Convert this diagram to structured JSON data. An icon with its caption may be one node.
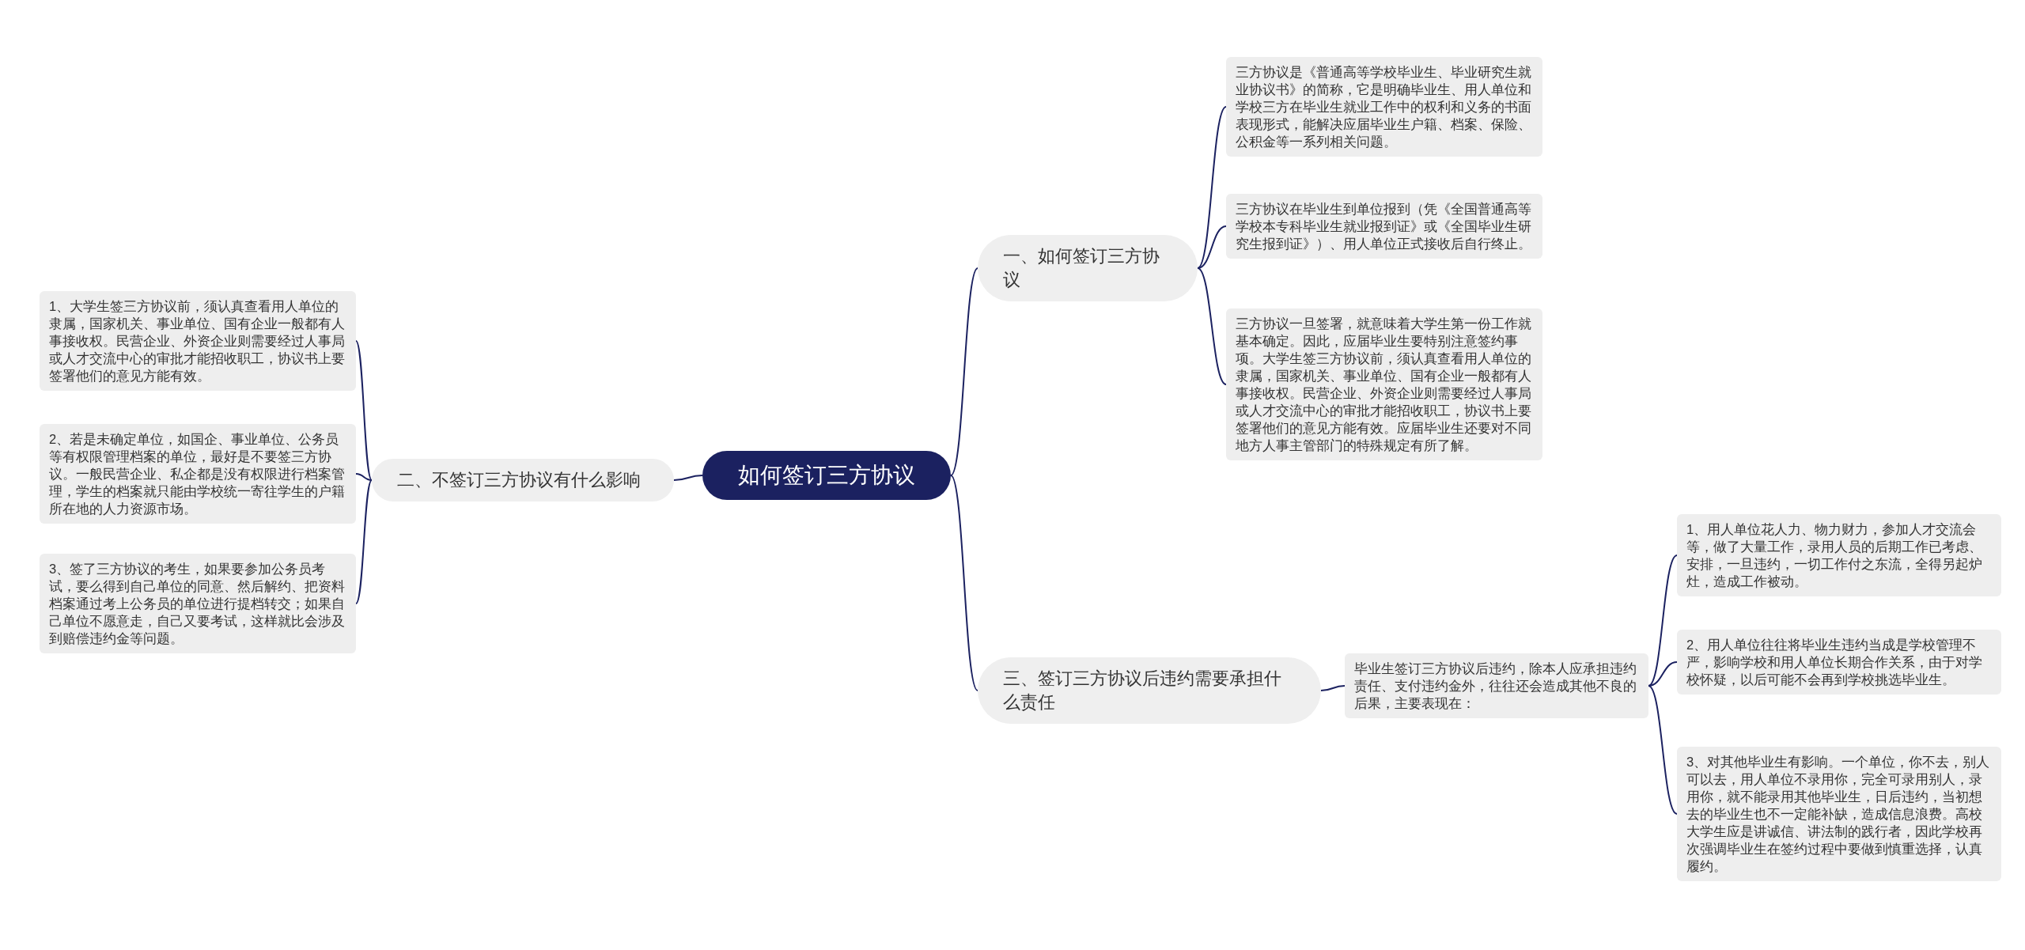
{
  "diagram": {
    "nodes": [
      {
        "text": [
          "如何签订三方协议"
        ]
      },
      {
        "text": [
          "一、如何签订三方协议"
        ]
      },
      {
        "text": [
          "三方协议是《普通高等学校毕业生、毕业研究生就业协议书》的简称，它是明确毕业生、用人单位和学校三方在毕业生就业工作中的权利和义务的书面表现形式，能解决应届毕业生户籍、档案、保险、公积金等一系列相关问题。"
        ]
      },
      {
        "text": [
          "三方协议在毕业生到单位报到（凭《全国普通高等学校本专科毕业生就业报到证》或《全国毕业生研究生报到证》）、用人单位正式接收后自行终止。"
        ]
      },
      {
        "text": [
          "三方协议一旦签署，就意味着大学生第一份工作就基本确定。因此，应届毕业生要特别注意签约事项。大学生签三方协议前，须认真查看用人单位的隶属，国家机关、事业单位、国有企业一般都有人事接收权。民营企业、外资企业则需要经过人事局或人才交流中心的审批才能招收职工，协议书上要签署他们的意见方能有效。应届毕业生还要对不同地方人事主管部门的特殊规定有所了解。"
        ]
      },
      {
        "text": [
          "二、不签订三方协议有什么影响"
        ]
      },
      {
        "text": [
          "1、大学生签三方协议前，须认真查看用人单位的隶属，国家机关、事业单位、国有企业一般都有人事接收权。民营企业、外资企业则需要经过人事局或人才交流中心的审批才能招收职工，协议书上要签署他们的意见方能有效。"
        ]
      },
      {
        "text": [
          "2、若是未确定单位，如国企、事业单位、公务员等有权限管理档案的单位，最好是不要签三方协议。一般民营企业、私企都是没有权限进行档案管理，学生的档案就只能由学校统一寄往学生的户籍所在地的人力资源市场。"
        ]
      },
      {
        "text": [
          "3、签了三方协议的考生，如果要参加公务员考试，要么得到自己单位的同意、然后解约、把资料档案通过考上公务员的单位进行提档转交；如果自己单位不愿意走，自己又要考试，这样就比会涉及到赔偿违约金等问题。"
        ]
      },
      {
        "text": [
          "三、签订三方协议后违约需要承担什么责任"
        ]
      },
      {
        "text": [
          "毕业生签订三方协议后违约，除本人应承担违约责任、支付违约金外，往往还会造成其他不良的后果，主要表现在："
        ]
      },
      {
        "text": [
          "1、用人单位花人力、物力财力，参加人才交流会等，做了大量工作，录用人员的后期工作已考虑、安排，一旦违约，一切工作付之东流，全得另起炉灶，造成工作被动。"
        ]
      },
      {
        "text": [
          "2、用人单位往往将毕业生违约当成是学校管理不严，影响学校和用人单位长期合作关系，由于对学校怀疑，以后可能不会再到学校挑选毕业生。"
        ]
      },
      {
        "text": [
          "3、对其他毕业生有影响。一个单位，你不去，别人可以去，用人单位不录用你，完全可录用别人，录用你，就不能录用其他毕业生，日后违约，当初想去的毕业生也不一定能补缺，造成信息浪费。高校大学生应是讲诚信、讲法制的践行者，因此学校再次强调毕业生在签约过程中要做到慎重选择，认真履约。"
        ]
      }
    ],
    "edges": [
      {
        "from": 0,
        "to": 1,
        "arrow": "none"
      },
      {
        "from": 0,
        "to": 5,
        "arrow": "none"
      },
      {
        "from": 0,
        "to": 9,
        "arrow": "none"
      },
      {
        "from": 1,
        "to": 2,
        "arrow": "none"
      },
      {
        "from": 1,
        "to": 3,
        "arrow": "none"
      },
      {
        "from": 1,
        "to": 4,
        "arrow": "none"
      },
      {
        "from": 5,
        "to": 6,
        "arrow": "none"
      },
      {
        "from": 5,
        "to": 7,
        "arrow": "none"
      },
      {
        "from": 5,
        "to": 8,
        "arrow": "none"
      },
      {
        "from": 9,
        "to": 10,
        "arrow": "none"
      },
      {
        "from": 10,
        "to": 11,
        "arrow": "none"
      },
      {
        "from": 10,
        "to": 12,
        "arrow": "none"
      },
      {
        "from": 10,
        "to": 13,
        "arrow": "none"
      }
    ]
  }
}
